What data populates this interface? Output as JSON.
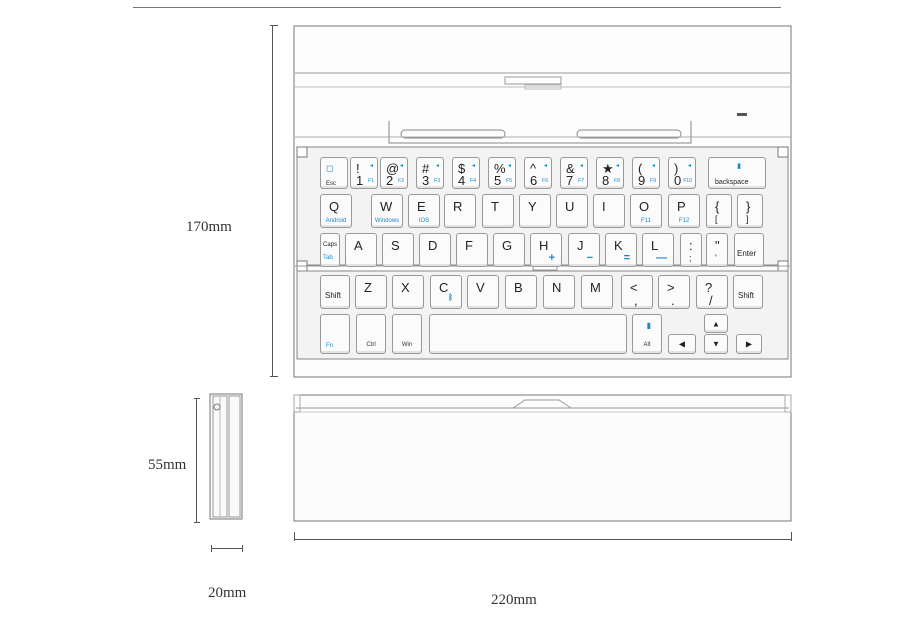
{
  "dimensions": {
    "height_label": "170mm",
    "depth_label": "55mm",
    "thickness_label": "20mm",
    "width_label": "220mm"
  },
  "keys": {
    "row1": [
      {
        "main": "◻",
        "sub": "Esc",
        "fn": ""
      },
      {
        "main": "!",
        "sub": "1",
        "fn": "F1"
      },
      {
        "main": "@",
        "sub": "2",
        "fn": "F2"
      },
      {
        "main": "#",
        "sub": "3",
        "fn": "F3"
      },
      {
        "main": "$",
        "sub": "4",
        "fn": "F4"
      },
      {
        "main": "%",
        "sub": "5",
        "fn": "F5"
      },
      {
        "main": "^",
        "sub": "6",
        "fn": "F6"
      },
      {
        "main": "&",
        "sub": "7",
        "fn": "F7"
      },
      {
        "main": "★",
        "sub": "8",
        "fn": "F8"
      },
      {
        "main": "(",
        "sub": "9",
        "fn": "F9"
      },
      {
        "main": ")",
        "sub": "0",
        "fn": "F10"
      },
      {
        "main": "backspace",
        "sub": "",
        "fn": ""
      }
    ],
    "row2": [
      {
        "main": "Q",
        "blue": "Android"
      },
      {
        "main": "W",
        "blue": "Windows"
      },
      {
        "main": "E",
        "blue": "IOS"
      },
      {
        "main": "R",
        "blue": ""
      },
      {
        "main": "T",
        "blue": ""
      },
      {
        "main": "Y",
        "blue": ""
      },
      {
        "main": "U",
        "blue": ""
      },
      {
        "main": "I",
        "blue": ""
      },
      {
        "main": "O",
        "blue": "F11"
      },
      {
        "main": "P",
        "blue": "F12"
      },
      {
        "main": "{",
        "sub": "["
      },
      {
        "main": "}",
        "sub": "]"
      }
    ],
    "row3": [
      {
        "main": "Caps",
        "blue": "Tab"
      },
      {
        "main": "A",
        "blue": ""
      },
      {
        "main": "S",
        "blue": ""
      },
      {
        "main": "D",
        "blue": ""
      },
      {
        "main": "F",
        "blue": ""
      },
      {
        "main": "G",
        "blue": ""
      },
      {
        "main": "H",
        "blue": "+"
      },
      {
        "main": "J",
        "blue": "−"
      },
      {
        "main": "K",
        "blue": "="
      },
      {
        "main": "L",
        "blue": "—"
      },
      {
        "main": ":",
        "sub": ";"
      },
      {
        "main": "\"",
        "sub": "'"
      },
      {
        "main": "Enter",
        "blue": ""
      }
    ],
    "row4": [
      {
        "main": "Shift"
      },
      {
        "main": "Z"
      },
      {
        "main": "X"
      },
      {
        "main": "C"
      },
      {
        "main": "V"
      },
      {
        "main": "B"
      },
      {
        "main": "N"
      },
      {
        "main": "M"
      },
      {
        "main": "<",
        "sub": ","
      },
      {
        "main": ">",
        "sub": "."
      },
      {
        "main": "?",
        "sub": "/"
      },
      {
        "main": "Shift"
      }
    ],
    "row5": {
      "fn": "Fn",
      "ctrl": "Ctrl",
      "win": "Win",
      "alt": "Alt"
    },
    "arrows": {
      "up": "▲",
      "down": "▼",
      "left": "◀",
      "right": "▶"
    }
  }
}
